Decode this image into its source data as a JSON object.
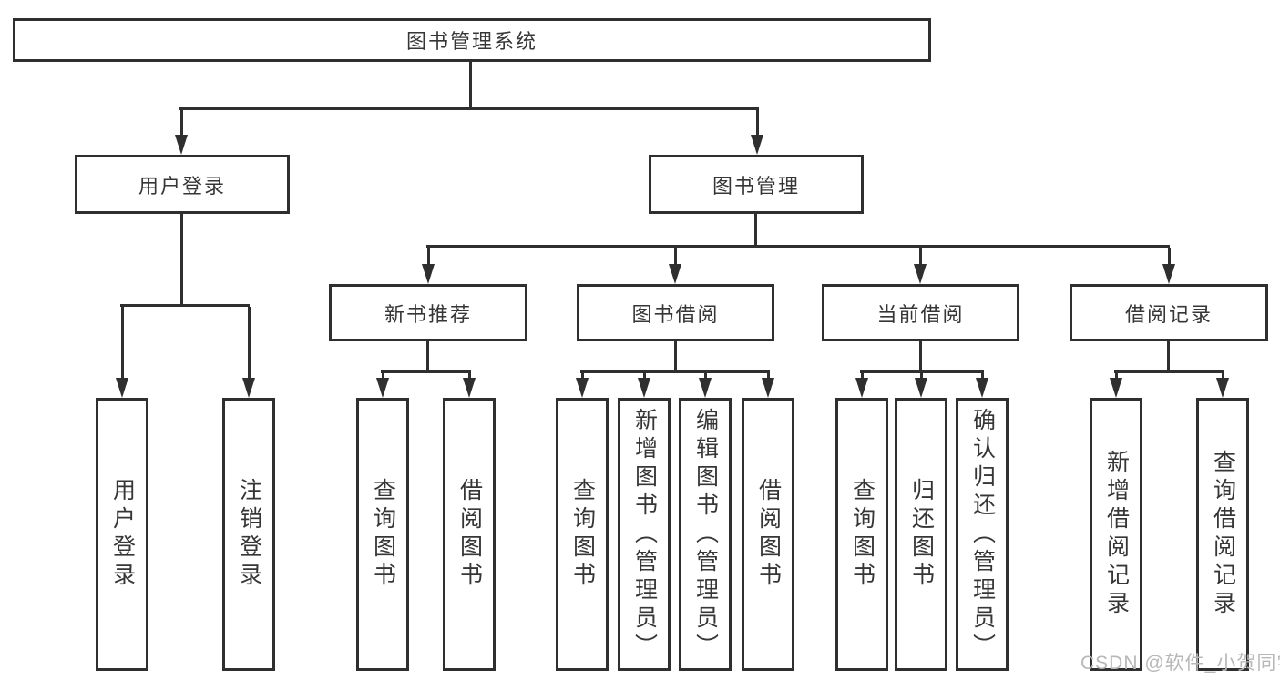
{
  "tree": {
    "label": "图书管理系统",
    "children": [
      {
        "label": "用户登录",
        "children": [
          {
            "label": "用户登录"
          },
          {
            "label": "注销登录"
          }
        ]
      },
      {
        "label": "图书管理",
        "children": [
          {
            "label": "新书推荐",
            "children": [
              {
                "label": "查询图书"
              },
              {
                "label": "借阅图书"
              }
            ]
          },
          {
            "label": "图书借阅",
            "children": [
              {
                "label": "查询图书"
              },
              {
                "label": "新增图书（管理员）"
              },
              {
                "label": "编辑图书（管理员）"
              },
              {
                "label": "借阅图书"
              }
            ]
          },
          {
            "label": "当前借阅",
            "children": [
              {
                "label": "查询图书"
              },
              {
                "label": "归还图书"
              },
              {
                "label": "确认归还（管理员）"
              }
            ]
          },
          {
            "label": "借阅记录",
            "children": [
              {
                "label": "新增借阅记录"
              },
              {
                "label": "查询借阅记录"
              }
            ]
          }
        ]
      }
    ]
  },
  "watermark": {
    "text": "CSDN @软件_小贺同学"
  },
  "colors": {
    "line": "#2f2f2f",
    "text": "#363636",
    "watermark": "#b8b8b8",
    "background": "#ffffff"
  }
}
